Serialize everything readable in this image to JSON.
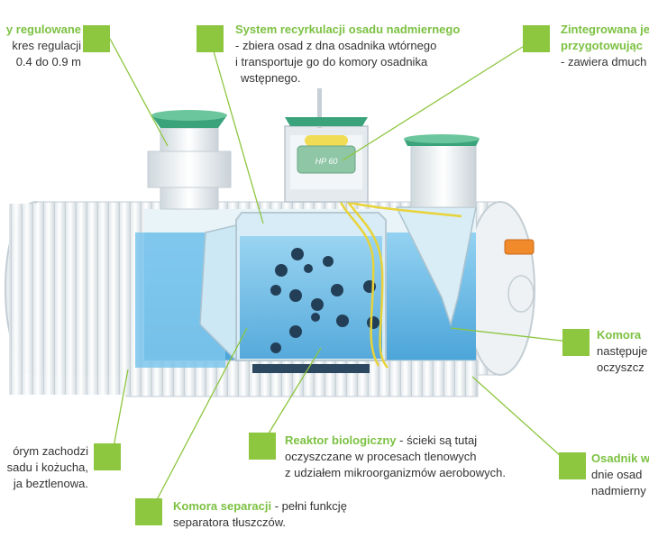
{
  "callouts": {
    "top_left": {
      "title": "y regulowane",
      "line1": "kres regulacji",
      "line2": "0.4 do 0.9 m"
    },
    "top_center": {
      "title": "System recyrkulacji osadu nadmiernego",
      "line1": "- zbiera osad z dna osadnika wtórnego",
      "line2": "i transportuje go do komory osadnika",
      "line3": "wstępnego."
    },
    "top_right": {
      "title1": "Zintegrowana je",
      "title2": "przygotowując",
      "line1": "- zawiera dmuch"
    },
    "right_mid": {
      "title": "Komora",
      "line1": "następuje",
      "line2": "oczyszcz"
    },
    "bottom_left": {
      "line1": "órym zachodzi",
      "line2": "sadu i kożucha,",
      "line3": "ja beztlenowa."
    },
    "bottom_center": {
      "title": "Reaktor biologiczny",
      "desc": " - ścieki są tutaj",
      "line2": "oczyszczane w procesach tlenowych",
      "line3": "z udziałem mikroorganizmów aerobowych."
    },
    "bottom_sep": {
      "title": "Komora separacji",
      "desc": " - pełni funkcję",
      "line2": "separatora tłuszczów."
    },
    "bottom_right": {
      "title": "Osadnik w",
      "line1": "dnie osad",
      "line2": "nadmierny"
    }
  },
  "blower_label": "HP 60",
  "colors": {
    "accent_green": "#7cc142",
    "square_green": "#8dc63f",
    "water_blue": "#5fb8e6",
    "tank_white": "#eef2f4",
    "cap_green": "#3aa37b",
    "pipe_orange": "#f08a2a"
  }
}
